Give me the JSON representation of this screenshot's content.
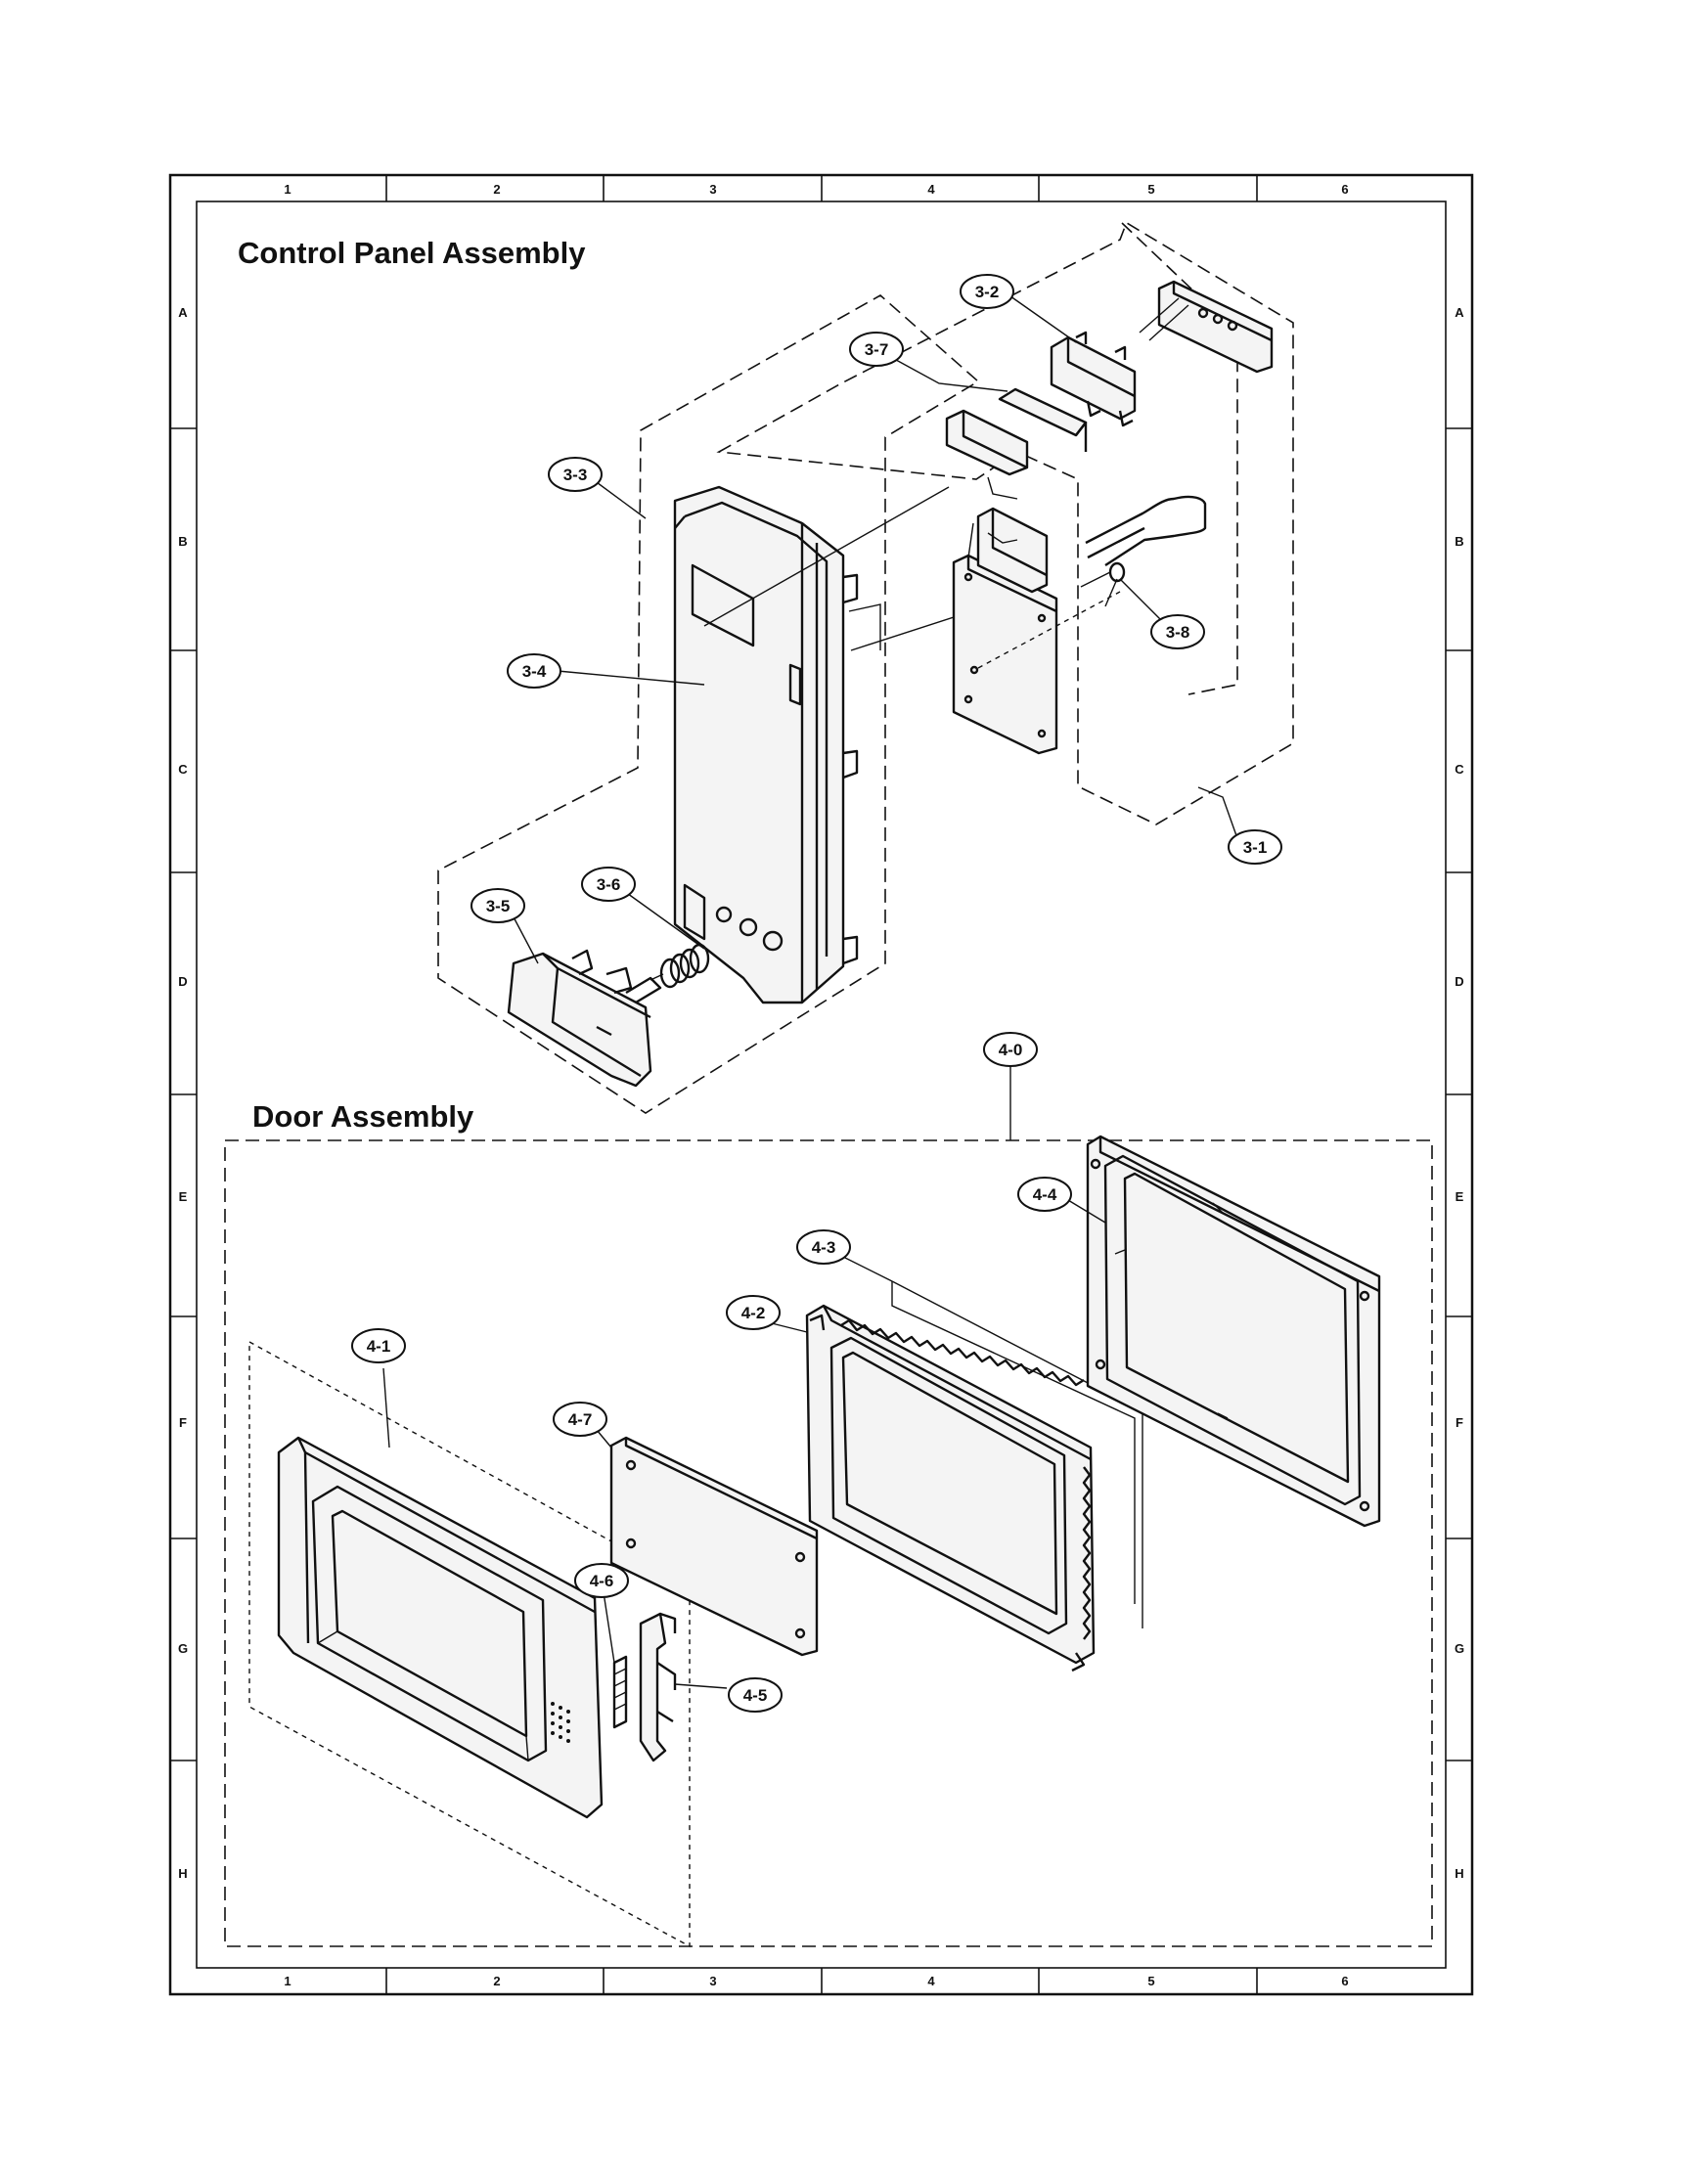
{
  "titles": {
    "control_panel": "Control Panel Assembly",
    "door": "Door Assembly"
  },
  "grid": {
    "columns": [
      "1",
      "2",
      "3",
      "4",
      "5",
      "6"
    ],
    "rows": [
      "A",
      "B",
      "C",
      "D",
      "E",
      "F",
      "G",
      "H"
    ]
  },
  "callouts": {
    "c3_1": "3-1",
    "c3_2": "3-2",
    "c3_3": "3-3",
    "c3_4": "3-4",
    "c3_5": "3-5",
    "c3_6": "3-6",
    "c3_7": "3-7",
    "c3_8": "3-8",
    "c4_0": "4-0",
    "c4_1": "4-1",
    "c4_2": "4-2",
    "c4_3": "4-3",
    "c4_4": "4-4",
    "c4_5": "4-5",
    "c4_6": "4-6",
    "c4_7": "4-7"
  },
  "colors": {
    "ink": "#111111",
    "paper": "#ffffff"
  }
}
